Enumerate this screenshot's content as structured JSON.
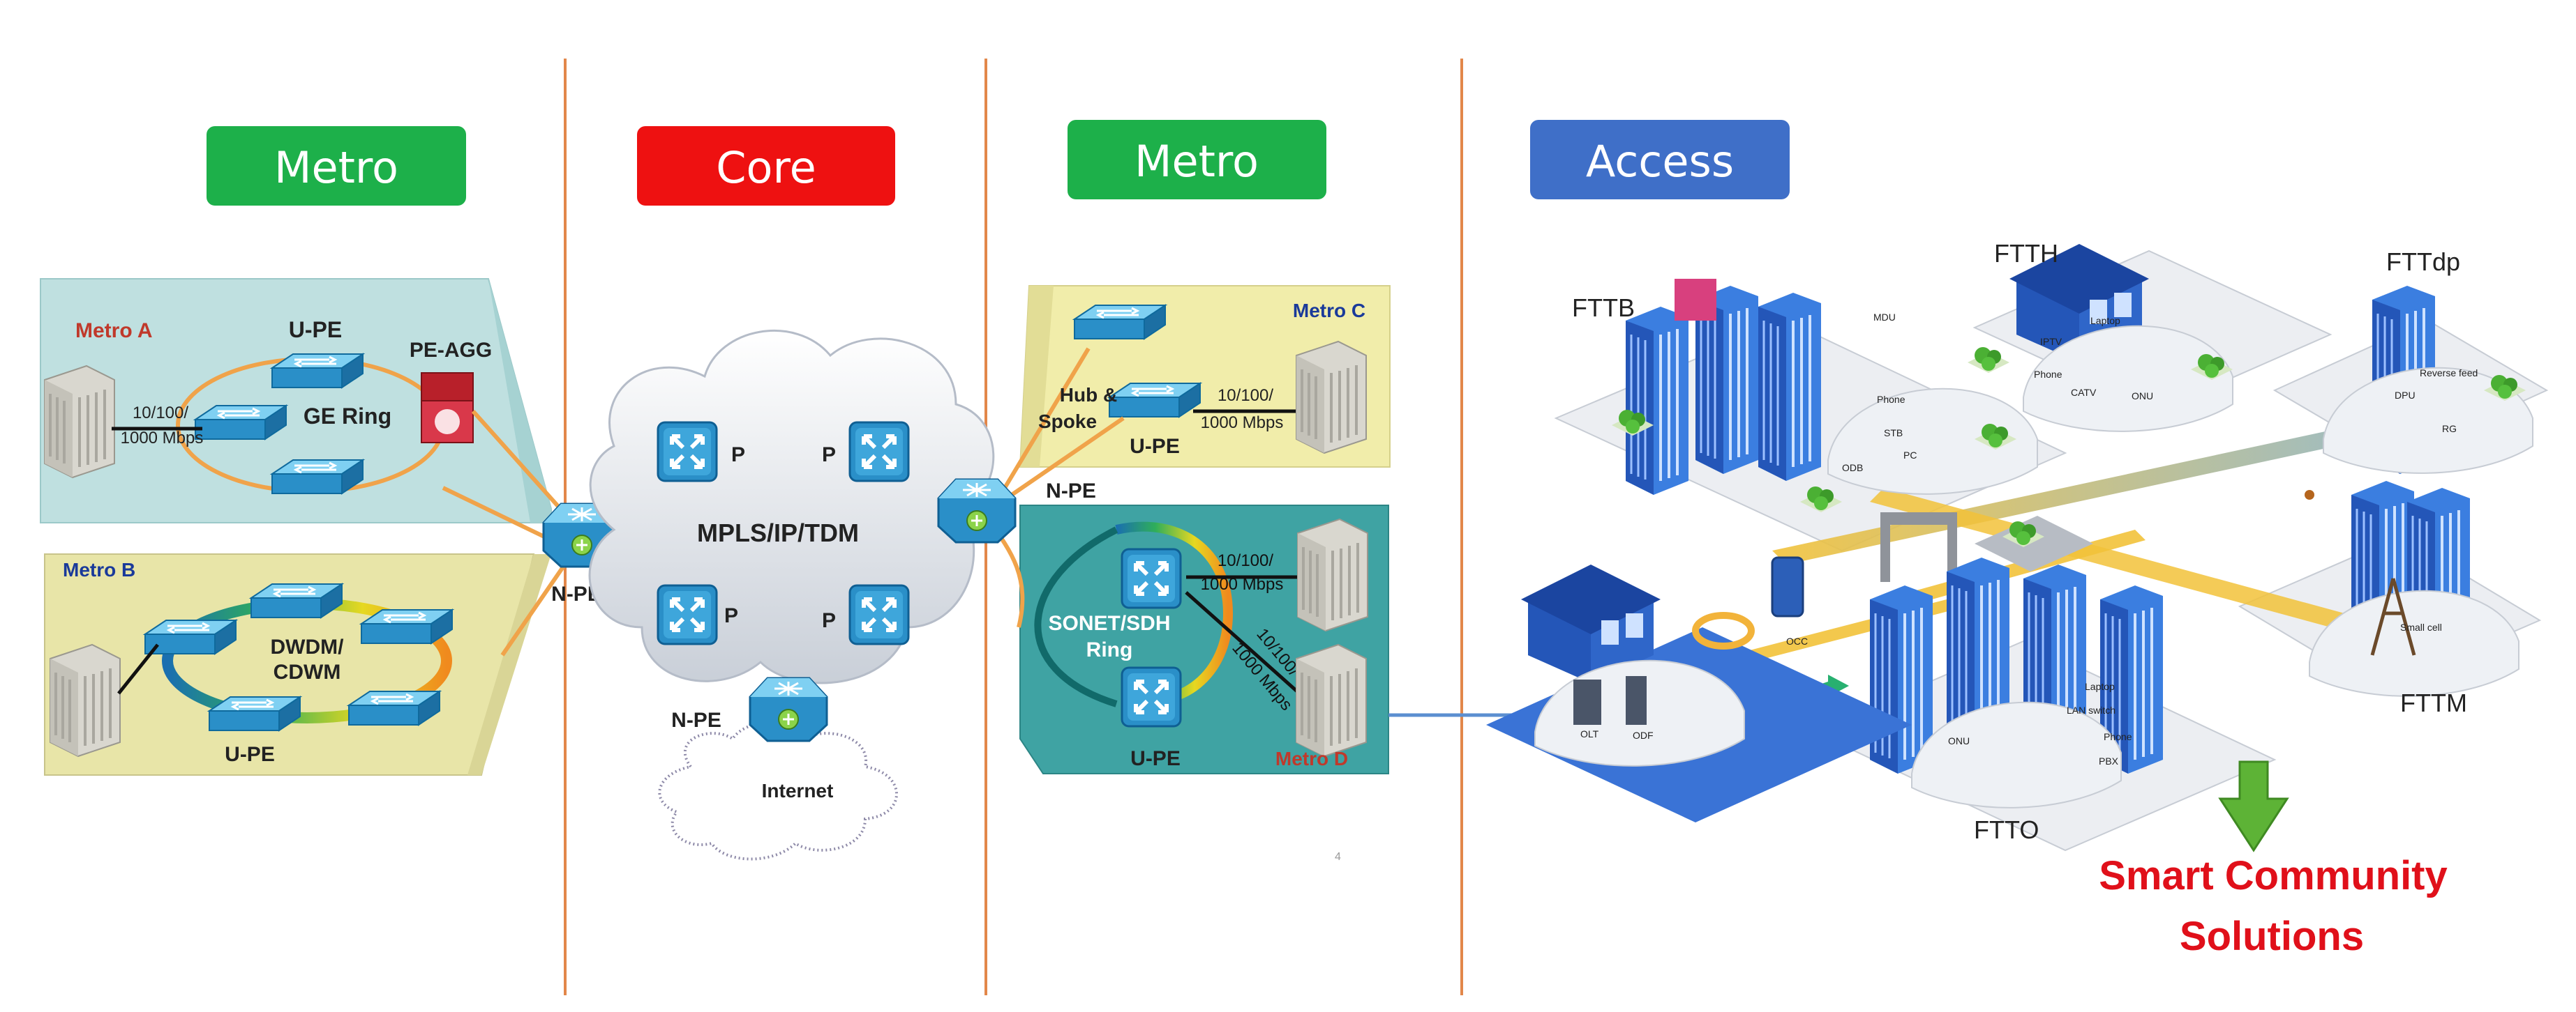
{
  "colors": {
    "metro_pill": "#1DB04A",
    "core_pill": "#EE1111",
    "access_pill": "#3F6FC8",
    "divider": "#E2874A",
    "metro_ab_panel": "#BFE0E0",
    "metro_b_panel": "#E8E5A8",
    "metro_c_panel": "#F1EDAA",
    "metro_d_panel": "#3FA3A3",
    "router_blue": "#2A8FC8",
    "smart_text": "#E0101A",
    "access_arrow": "#5DB336"
  },
  "headers": {
    "metro_left": "Metro",
    "core": "Core",
    "metro_right": "Metro",
    "access": "Access"
  },
  "metro_a": {
    "title": "Metro A",
    "upe": "U-PE",
    "ring": "GE  Ring",
    "peagg": "PE-AGG",
    "speed1": "10/100/",
    "speed2": "1000 Mbps"
  },
  "metro_b": {
    "title": "Metro B",
    "ring1": "DWDM/",
    "ring2": "CDWM",
    "upe": "U-PE"
  },
  "npe_left": "N-PE",
  "core": {
    "cloud": "MPLS/IP/TDM",
    "p": "P",
    "npe": "N-PE",
    "internet": "Internet"
  },
  "metro_c": {
    "title": "Metro C",
    "hub1": "Hub &",
    "hub2": "Spoke",
    "upe": "U-PE",
    "speed1": "10/100/",
    "speed2": "1000 Mbps"
  },
  "npe_right": "N-PE",
  "metro_d": {
    "title": "Metro D",
    "ring1": "SONET/SDH",
    "ring2": "Ring",
    "upe": "U-PE",
    "speed1": "10/100/",
    "speed2": "1000 Mbps",
    "diag1": "10/100/",
    "diag2": "1000 Mbps",
    "small": "4"
  },
  "access": {
    "fttb": "FTTB",
    "ftth": "FTTH",
    "fttdp": "FTTdp",
    "fttm": "FTTM",
    "ftto": "FTTO",
    "mdu": "MDU",
    "phone": "Phone",
    "stb": "STB",
    "pc": "PC",
    "odb": "ODB",
    "laptop": "Laptop",
    "iptv": "IPTV",
    "catv": "CATV",
    "onu": "ONU",
    "dpu": "DPU",
    "reverse_feed": "Reverse feed",
    "rg": "RG",
    "occ": "OCC",
    "olt": "OLT",
    "odf": "ODF",
    "lan_switch": "LAN switch",
    "pbx": "PBX",
    "small_cell": "Small cell"
  },
  "smart": {
    "line1": "Smart Community",
    "line2": "Solutions"
  }
}
